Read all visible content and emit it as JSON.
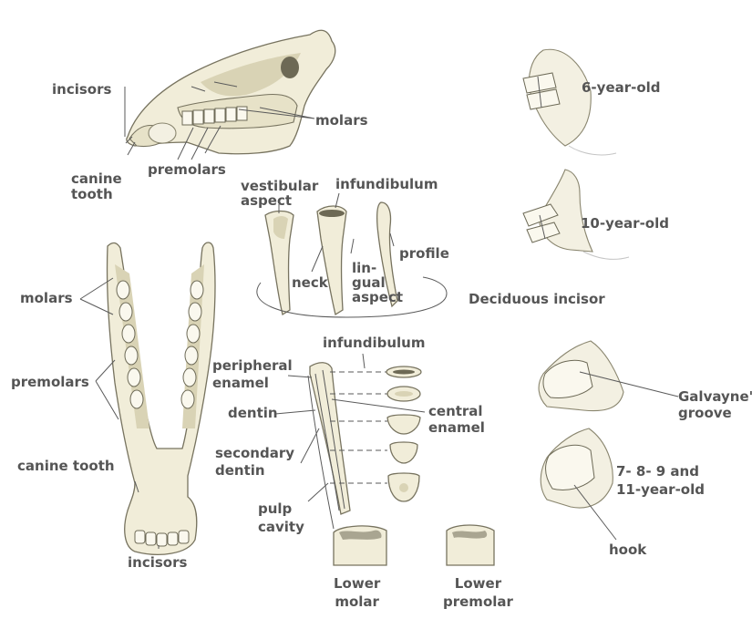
{
  "labels": {
    "skull_incisors": "incisors",
    "skull_molars": "molars",
    "skull_canine": "canine\ntooth",
    "skull_premolars": "premolars",
    "vestibular": "vestibular\naspect",
    "infundibulum_top": "infundibulum",
    "neck": "neck",
    "lingual": "lin-\ngual\naspect",
    "profile": "profile",
    "deciduous": "Deciduous incisor",
    "age6": "6-year-old",
    "age10": "10-year-old",
    "galvayne": "Galvayne's\ngroove",
    "age7": "7- 8- 9 and\n11-year-old",
    "hook": "hook",
    "jaw_molars": "molars",
    "jaw_premolars": "premolars",
    "jaw_canine": "canine tooth",
    "jaw_incisors": "incisors",
    "infundibulum_sec": "infundibulum",
    "peripheral": "peripheral\nenamel",
    "dentin": "dentin",
    "central": "central\nenamel",
    "secondary": "secondary\ndentin",
    "pulp": "pulp\ncavity",
    "lower_molar": "Lower\nmolar",
    "lower_premolar": "Lower\npremolar"
  },
  "colors": {
    "label": "#555555",
    "bone": "#f1edd9",
    "outline": "#77735f",
    "leader": "#5a5a5a"
  }
}
